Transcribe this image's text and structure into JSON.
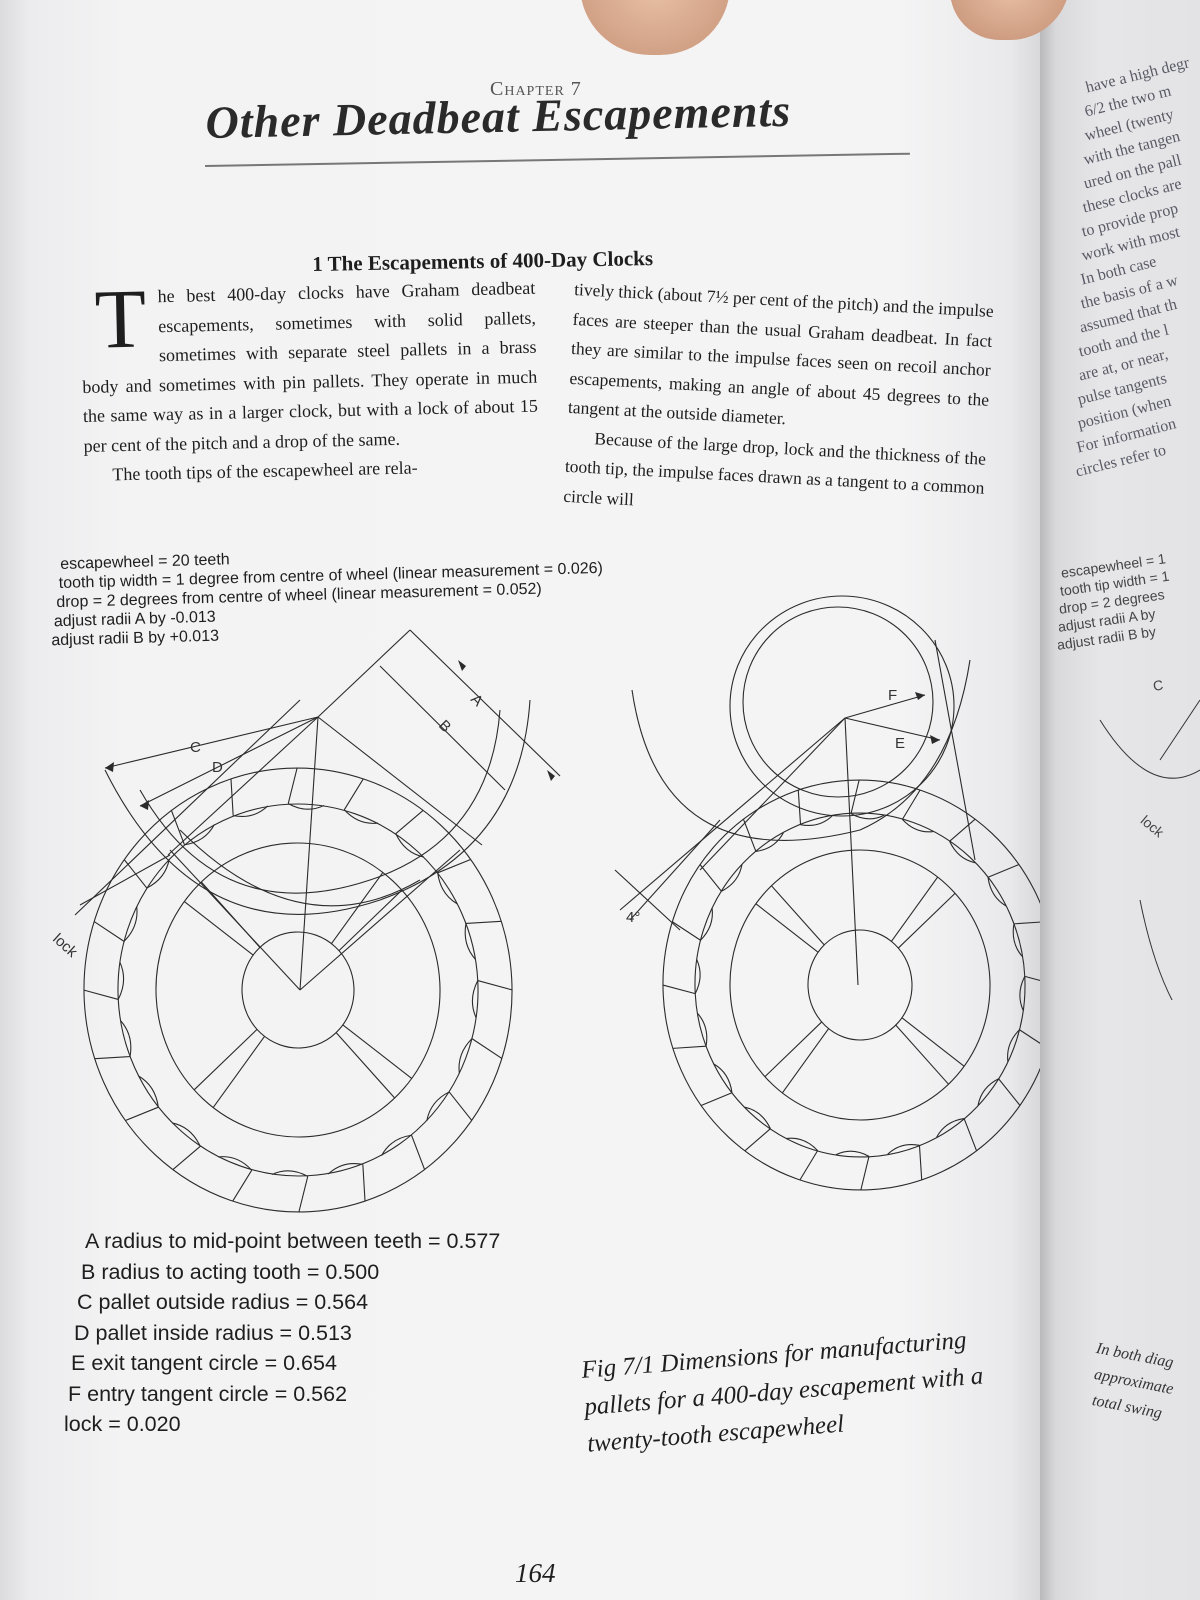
{
  "chapter": {
    "label": "Chapter 7",
    "title": "Other Deadbeat Escapements"
  },
  "section": {
    "heading": "1  The Escapements of 400-Day Clocks"
  },
  "body": {
    "dropcap": "T",
    "left_para1": "he best 400-day clocks have Graham deadbeat escapements, sometimes with solid pallets, sometimes with separate steel pallets in a brass body and sometimes with pin pallets. They operate in much the same way as in a larger clock, but with a lock of about 15 per cent of the pitch and a drop of the same.",
    "left_para2": "The tooth tips of the escapewheel are rela-",
    "right_para1": "tively thick (about 7½ per cent of the pitch) and the impulse faces are steeper than the usual Graham deadbeat. In fact they are similar to the impulse faces seen on recoil anchor escapements, making an angle of about 45 degrees to the tangent at the outside diameter.",
    "right_para2": "Because of the large drop, lock and the thickness of the tooth tip, the impulse faces drawn as a tangent to a common circle will"
  },
  "figure": {
    "specs": [
      "escapewheel = 20 teeth",
      "tooth tip width = 1 degree from centre of wheel (linear measurement = 0.026)",
      "drop = 2 degrees from centre of wheel (linear measurement = 0.052)",
      "adjust radii  A by -0.013",
      "adjust radii  B by +0.013"
    ],
    "labels": {
      "A": "A",
      "B": "B",
      "C": "C",
      "D": "D",
      "E": "E",
      "F": "F",
      "lock": "lock",
      "angle": "4°"
    },
    "legend": [
      "A radius to mid-point between teeth = 0.577",
      "B radius to acting tooth = 0.500",
      "C pallet  outside radius = 0.564",
      "D pallet  inside radius = 0.513",
      "E exit tangent circle = 0.654",
      "F entry tangent circle = 0.562",
      "lock = 0.020"
    ],
    "caption": "Fig 7/1  Dimensions for manufacturing pallets for a 400-day escapement with a twenty-tooth escapewheel"
  },
  "page_number": "164",
  "facing_page": {
    "lines": [
      "have a high degr",
      "6/2 the two m",
      "wheel (twenty",
      "with the tangen",
      "ured on the pall",
      "these clocks are",
      "to provide prop",
      "work with most",
      "In both case",
      "the basis of a w",
      "assumed that th",
      "tooth and the l",
      "are at, or near,",
      "pulse tangents",
      "position (when",
      "For information",
      "circles refer to"
    ],
    "specs": [
      "escapewheel = 1",
      "tooth tip width = 1",
      "drop = 2 degrees",
      "adjust radii  A by",
      "adjust radii  B by"
    ],
    "labels": {
      "C": "C",
      "lock": "lock"
    },
    "caption": [
      "In both diag",
      "approximate",
      "total swing"
    ]
  }
}
